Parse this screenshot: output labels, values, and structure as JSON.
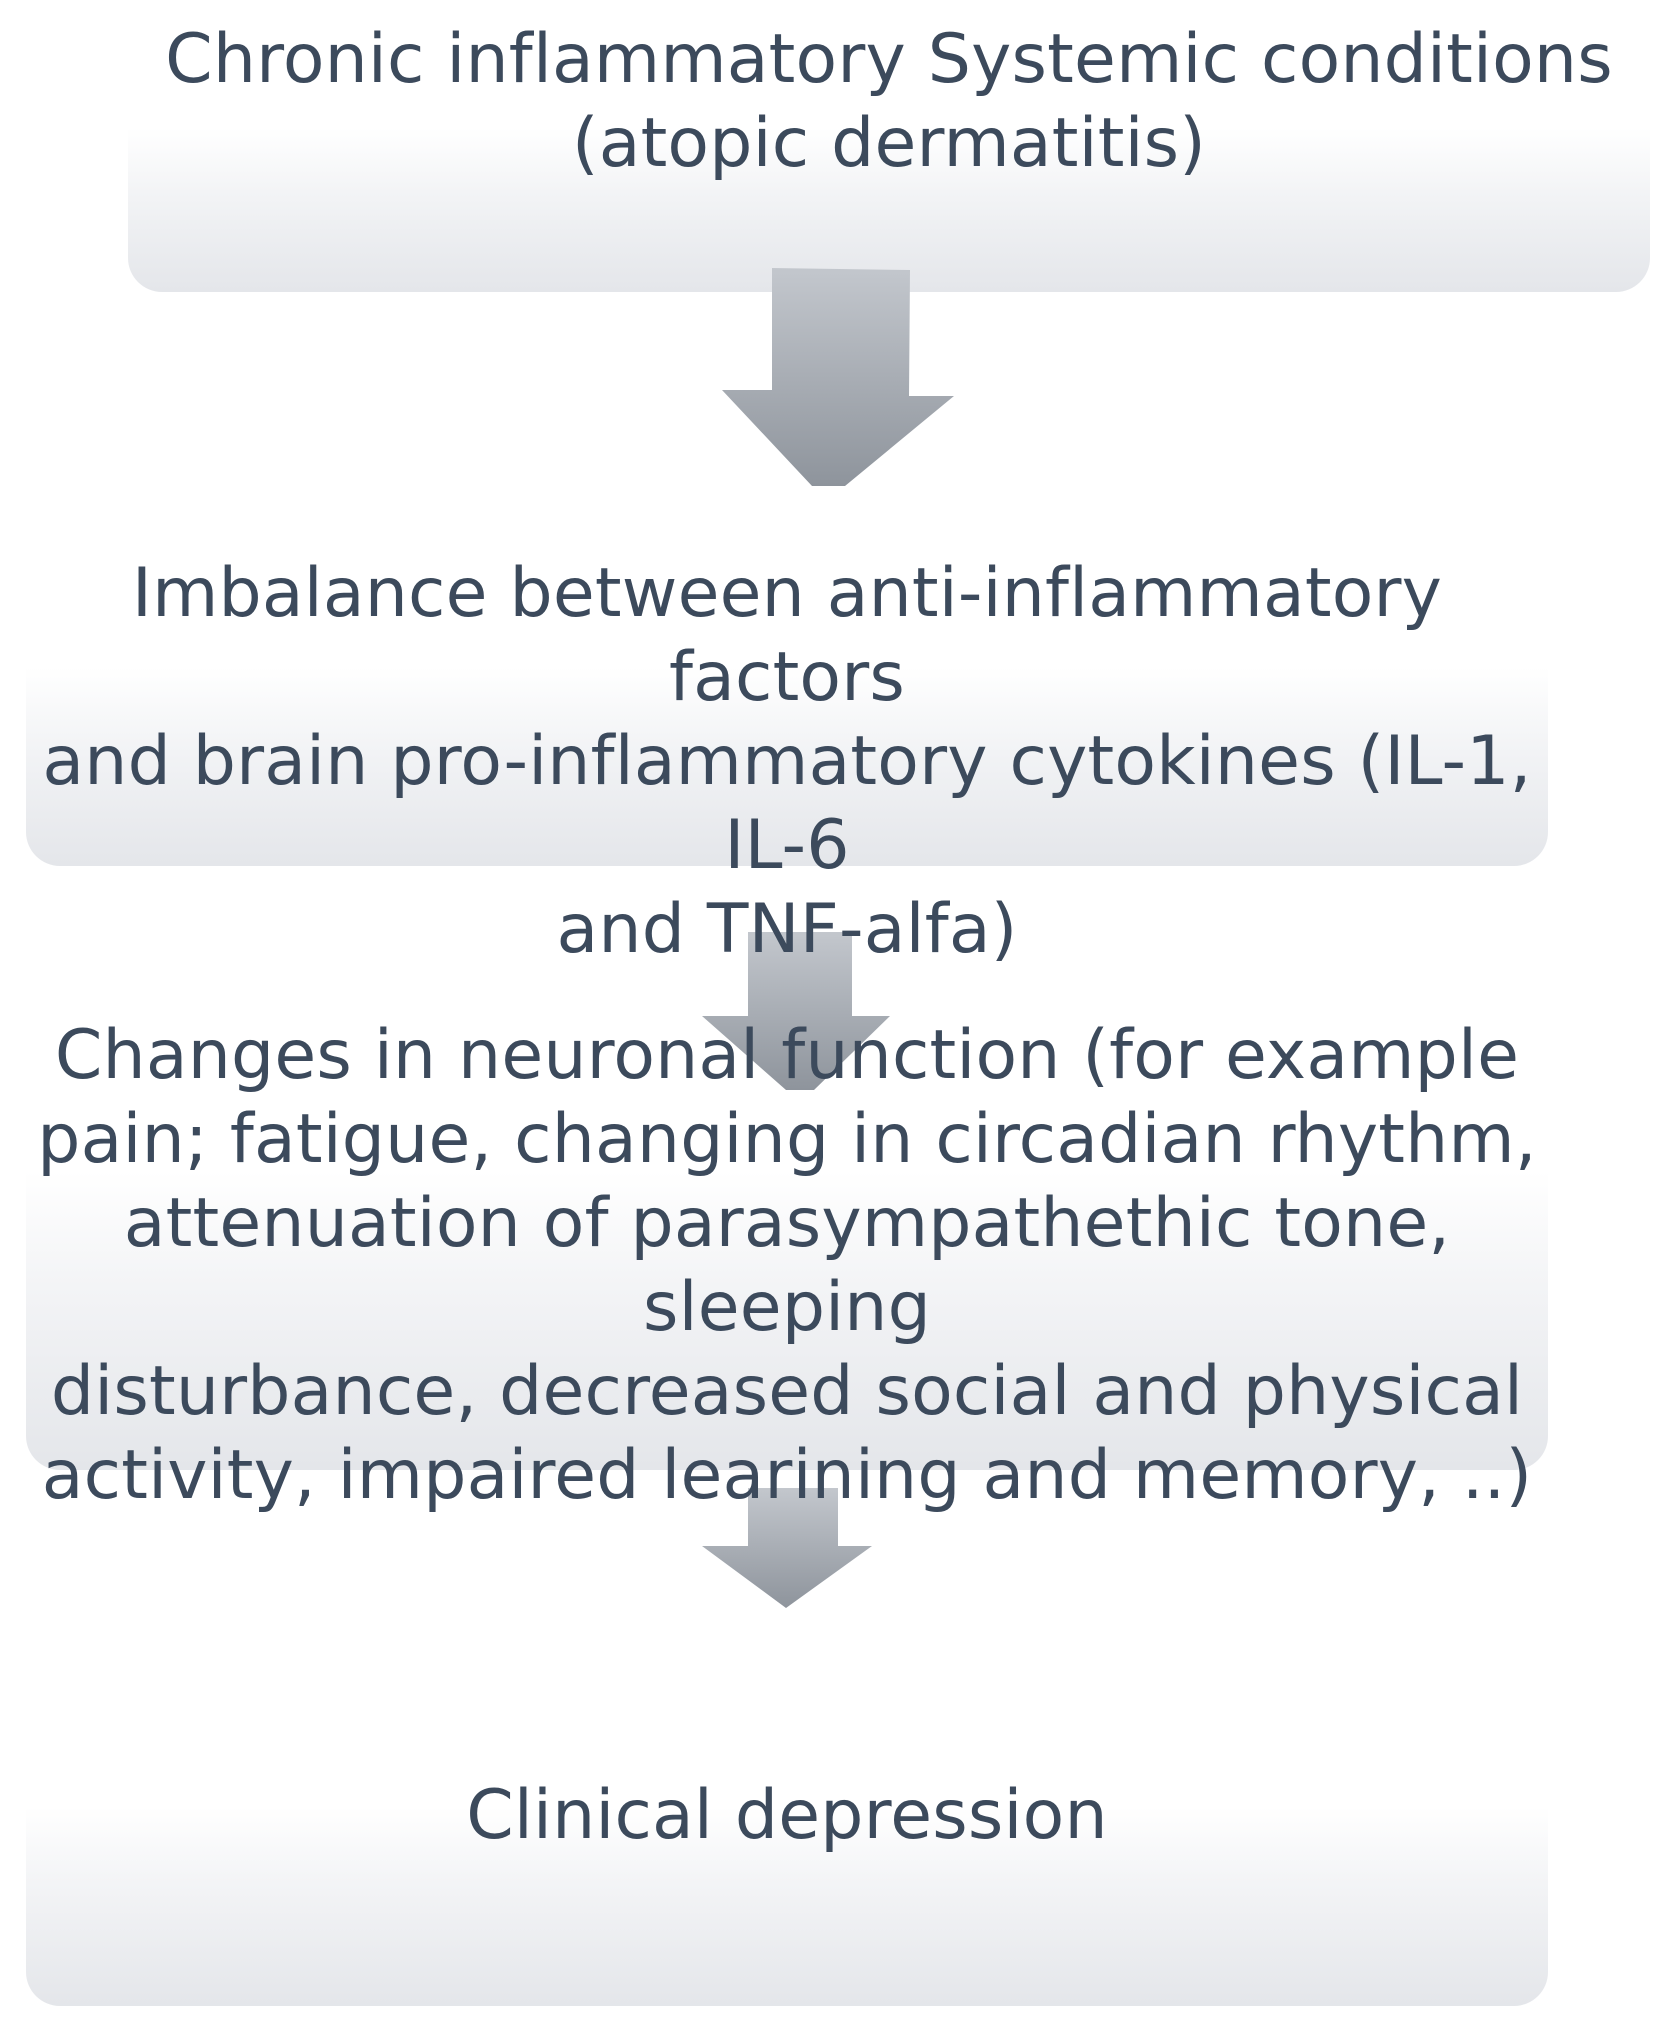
{
  "diagram": {
    "nodes": [
      {
        "id": "node-1",
        "lines": [
          "Chronic inflammatory Systemic conditions",
          "(atopic dermatitis)"
        ]
      },
      {
        "id": "node-2",
        "lines": [
          "Imbalance between anti-inflammatory factors",
          "and brain pro-inflammatory cytokines (IL-1, IL-6",
          "and TNF-alfa)"
        ]
      },
      {
        "id": "node-3",
        "lines": [
          "Changes in neuronal function (for example",
          "pain; fatigue, changing in circadian rhythm,",
          "attenuation of parasympathethic tone, sleeping",
          "disturbance, decreased social and physical",
          "activity, impaired learining and memory, ..)"
        ]
      },
      {
        "id": "node-4",
        "lines": [
          "Clinical depression"
        ]
      }
    ],
    "arrows": [
      {
        "from": "node-1",
        "to": "node-2"
      },
      {
        "from": "node-2",
        "to": "node-3"
      },
      {
        "from": "node-3",
        "to": "node-4"
      }
    ],
    "colors": {
      "text": "#3c4a5c",
      "arrow_top": "#c3c7cd",
      "arrow_bottom": "#8e949c",
      "box_fill": "#e4e6ea"
    }
  }
}
